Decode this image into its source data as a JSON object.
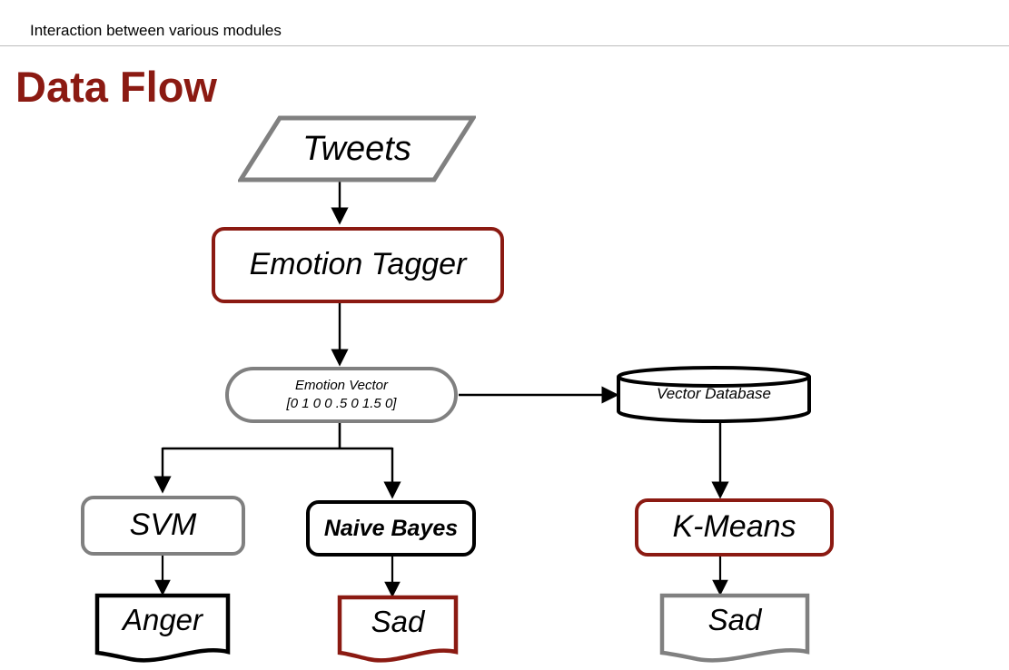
{
  "header": {
    "subtitle": "Interaction between various modules"
  },
  "title": "Data Flow",
  "colors": {
    "accent_red": "#8B1A12",
    "gray": "#808080",
    "black": "#000000",
    "divider": "#bdbdbd"
  },
  "diagram": {
    "type": "flowchart",
    "nodes": [
      {
        "id": "tweets",
        "label": "Tweets",
        "shape": "parallelogram",
        "border_color": "#808080"
      },
      {
        "id": "emotion-tagger",
        "label": "Emotion Tagger",
        "shape": "rounded-rect",
        "border_color": "#8B1A12"
      },
      {
        "id": "emotion-vector",
        "label_line1": "Emotion Vector",
        "label_line2": "[0 1 0 0 .5 0 1.5 0]",
        "shape": "stadium",
        "border_color": "#808080"
      },
      {
        "id": "vector-database",
        "label": "Vector Database",
        "shape": "cylinder",
        "border_color": "#000000"
      },
      {
        "id": "svm",
        "label": "SVM",
        "shape": "rounded-rect",
        "border_color": "#808080"
      },
      {
        "id": "naive-bayes",
        "label": "Naive Bayes",
        "shape": "rounded-rect",
        "border_color": "#000000"
      },
      {
        "id": "k-means",
        "label": "K-Means",
        "shape": "rounded-rect",
        "border_color": "#8B1A12"
      },
      {
        "id": "anger-doc",
        "label": "Anger",
        "shape": "document",
        "border_color": "#000000"
      },
      {
        "id": "sad-doc-nb",
        "label": "Sad",
        "shape": "document",
        "border_color": "#8B1A12"
      },
      {
        "id": "sad-doc-km",
        "label": "Sad",
        "shape": "document",
        "border_color": "#808080"
      }
    ],
    "edges": [
      {
        "from": "tweets",
        "to": "emotion-tagger"
      },
      {
        "from": "emotion-tagger",
        "to": "emotion-vector"
      },
      {
        "from": "emotion-vector",
        "to": "vector-database"
      },
      {
        "from": "emotion-vector",
        "to": "svm"
      },
      {
        "from": "emotion-vector",
        "to": "naive-bayes"
      },
      {
        "from": "vector-database",
        "to": "k-means"
      },
      {
        "from": "svm",
        "to": "anger-doc"
      },
      {
        "from": "naive-bayes",
        "to": "sad-doc-nb"
      },
      {
        "from": "k-means",
        "to": "sad-doc-km"
      }
    ]
  }
}
